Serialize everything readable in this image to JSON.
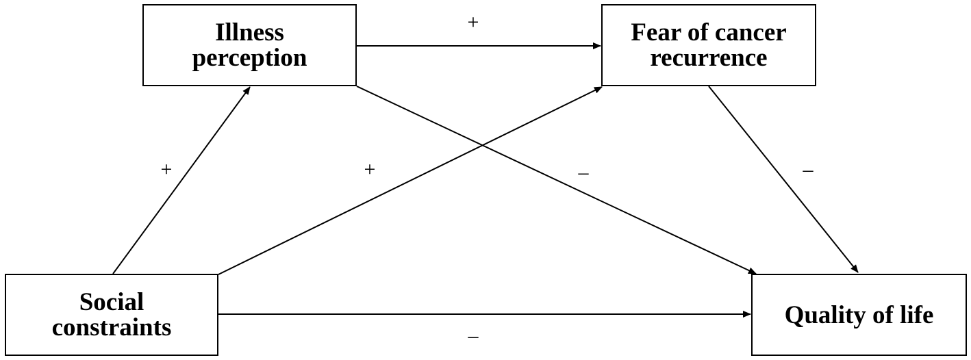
{
  "nodes": {
    "illness_perception": {
      "line1": "Illness",
      "line2": "perception"
    },
    "fear_of_recurrence": {
      "line1": "Fear of cancer",
      "line2": "recurrence"
    },
    "social_constraints": {
      "line1": "Social",
      "line2": "constraints"
    },
    "quality_of_life": {
      "line1": "Quality of life"
    }
  },
  "edges": {
    "illness_to_fear": {
      "sign": "+"
    },
    "social_to_illness": {
      "sign": "+"
    },
    "social_to_fear": {
      "sign": "+"
    },
    "illness_to_qol": {
      "sign": "–"
    },
    "fear_to_qol": {
      "sign": "–"
    },
    "social_to_qol": {
      "sign": "–"
    }
  },
  "colors": {
    "stroke": "#000000",
    "background": "#ffffff"
  }
}
